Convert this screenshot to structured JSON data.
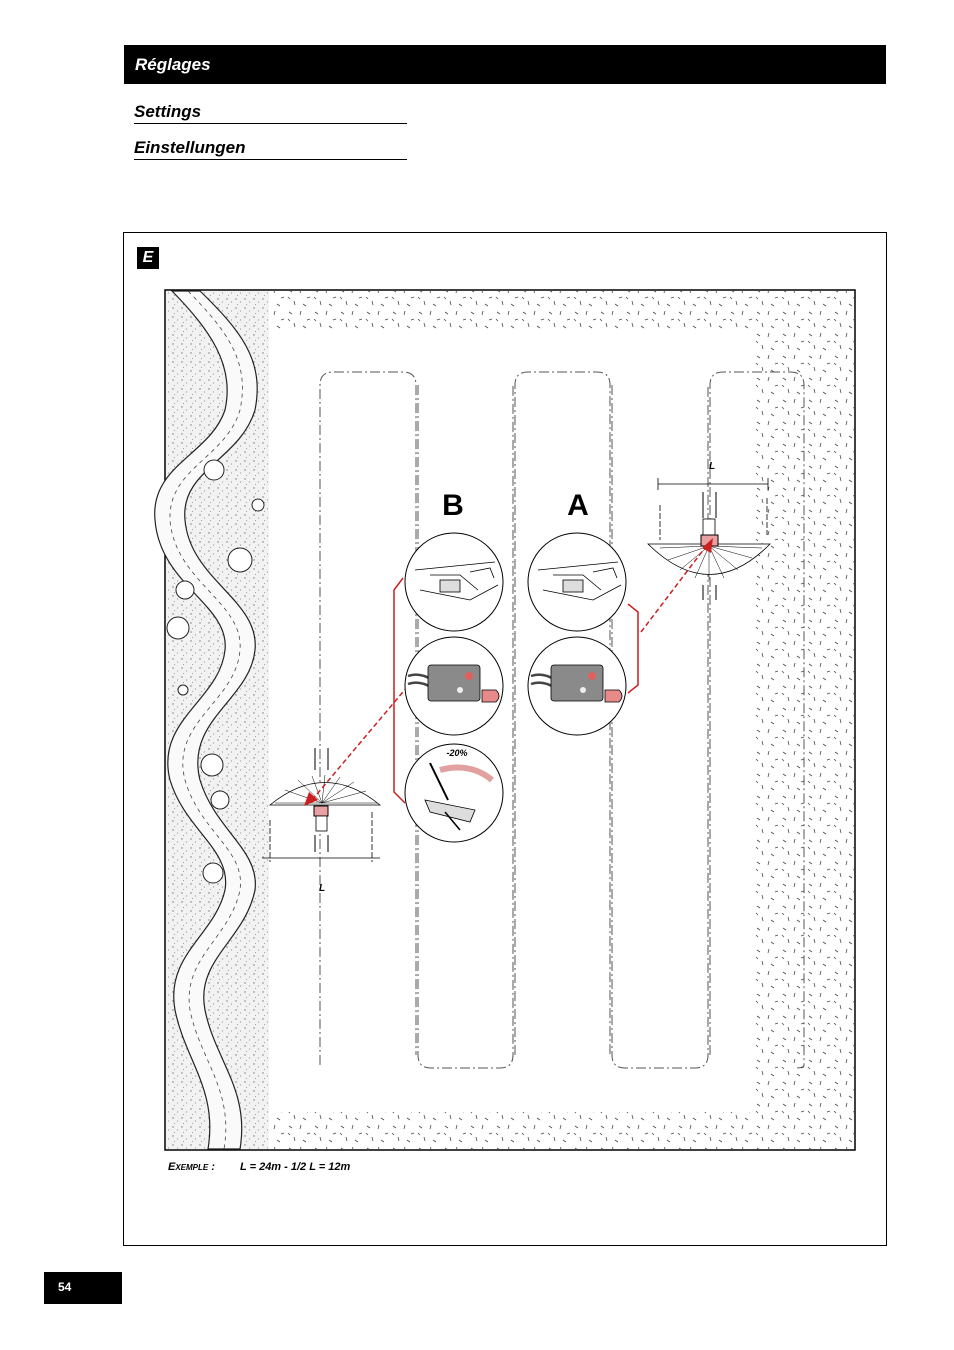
{
  "header": {
    "title": "Réglages"
  },
  "subtitles": [
    "Settings",
    "Einstellungen"
  ],
  "figure": {
    "letter": "E",
    "label_A": "A",
    "label_B": "B",
    "dimension_label": "L",
    "percent_label": "-20%"
  },
  "footnote": {
    "label": "Exemple :",
    "text": "L = 24m - 1/2 L = 12m"
  },
  "page_number": "54",
  "colors": {
    "accent_red": "#cc1f1f",
    "dark": "#000000"
  }
}
